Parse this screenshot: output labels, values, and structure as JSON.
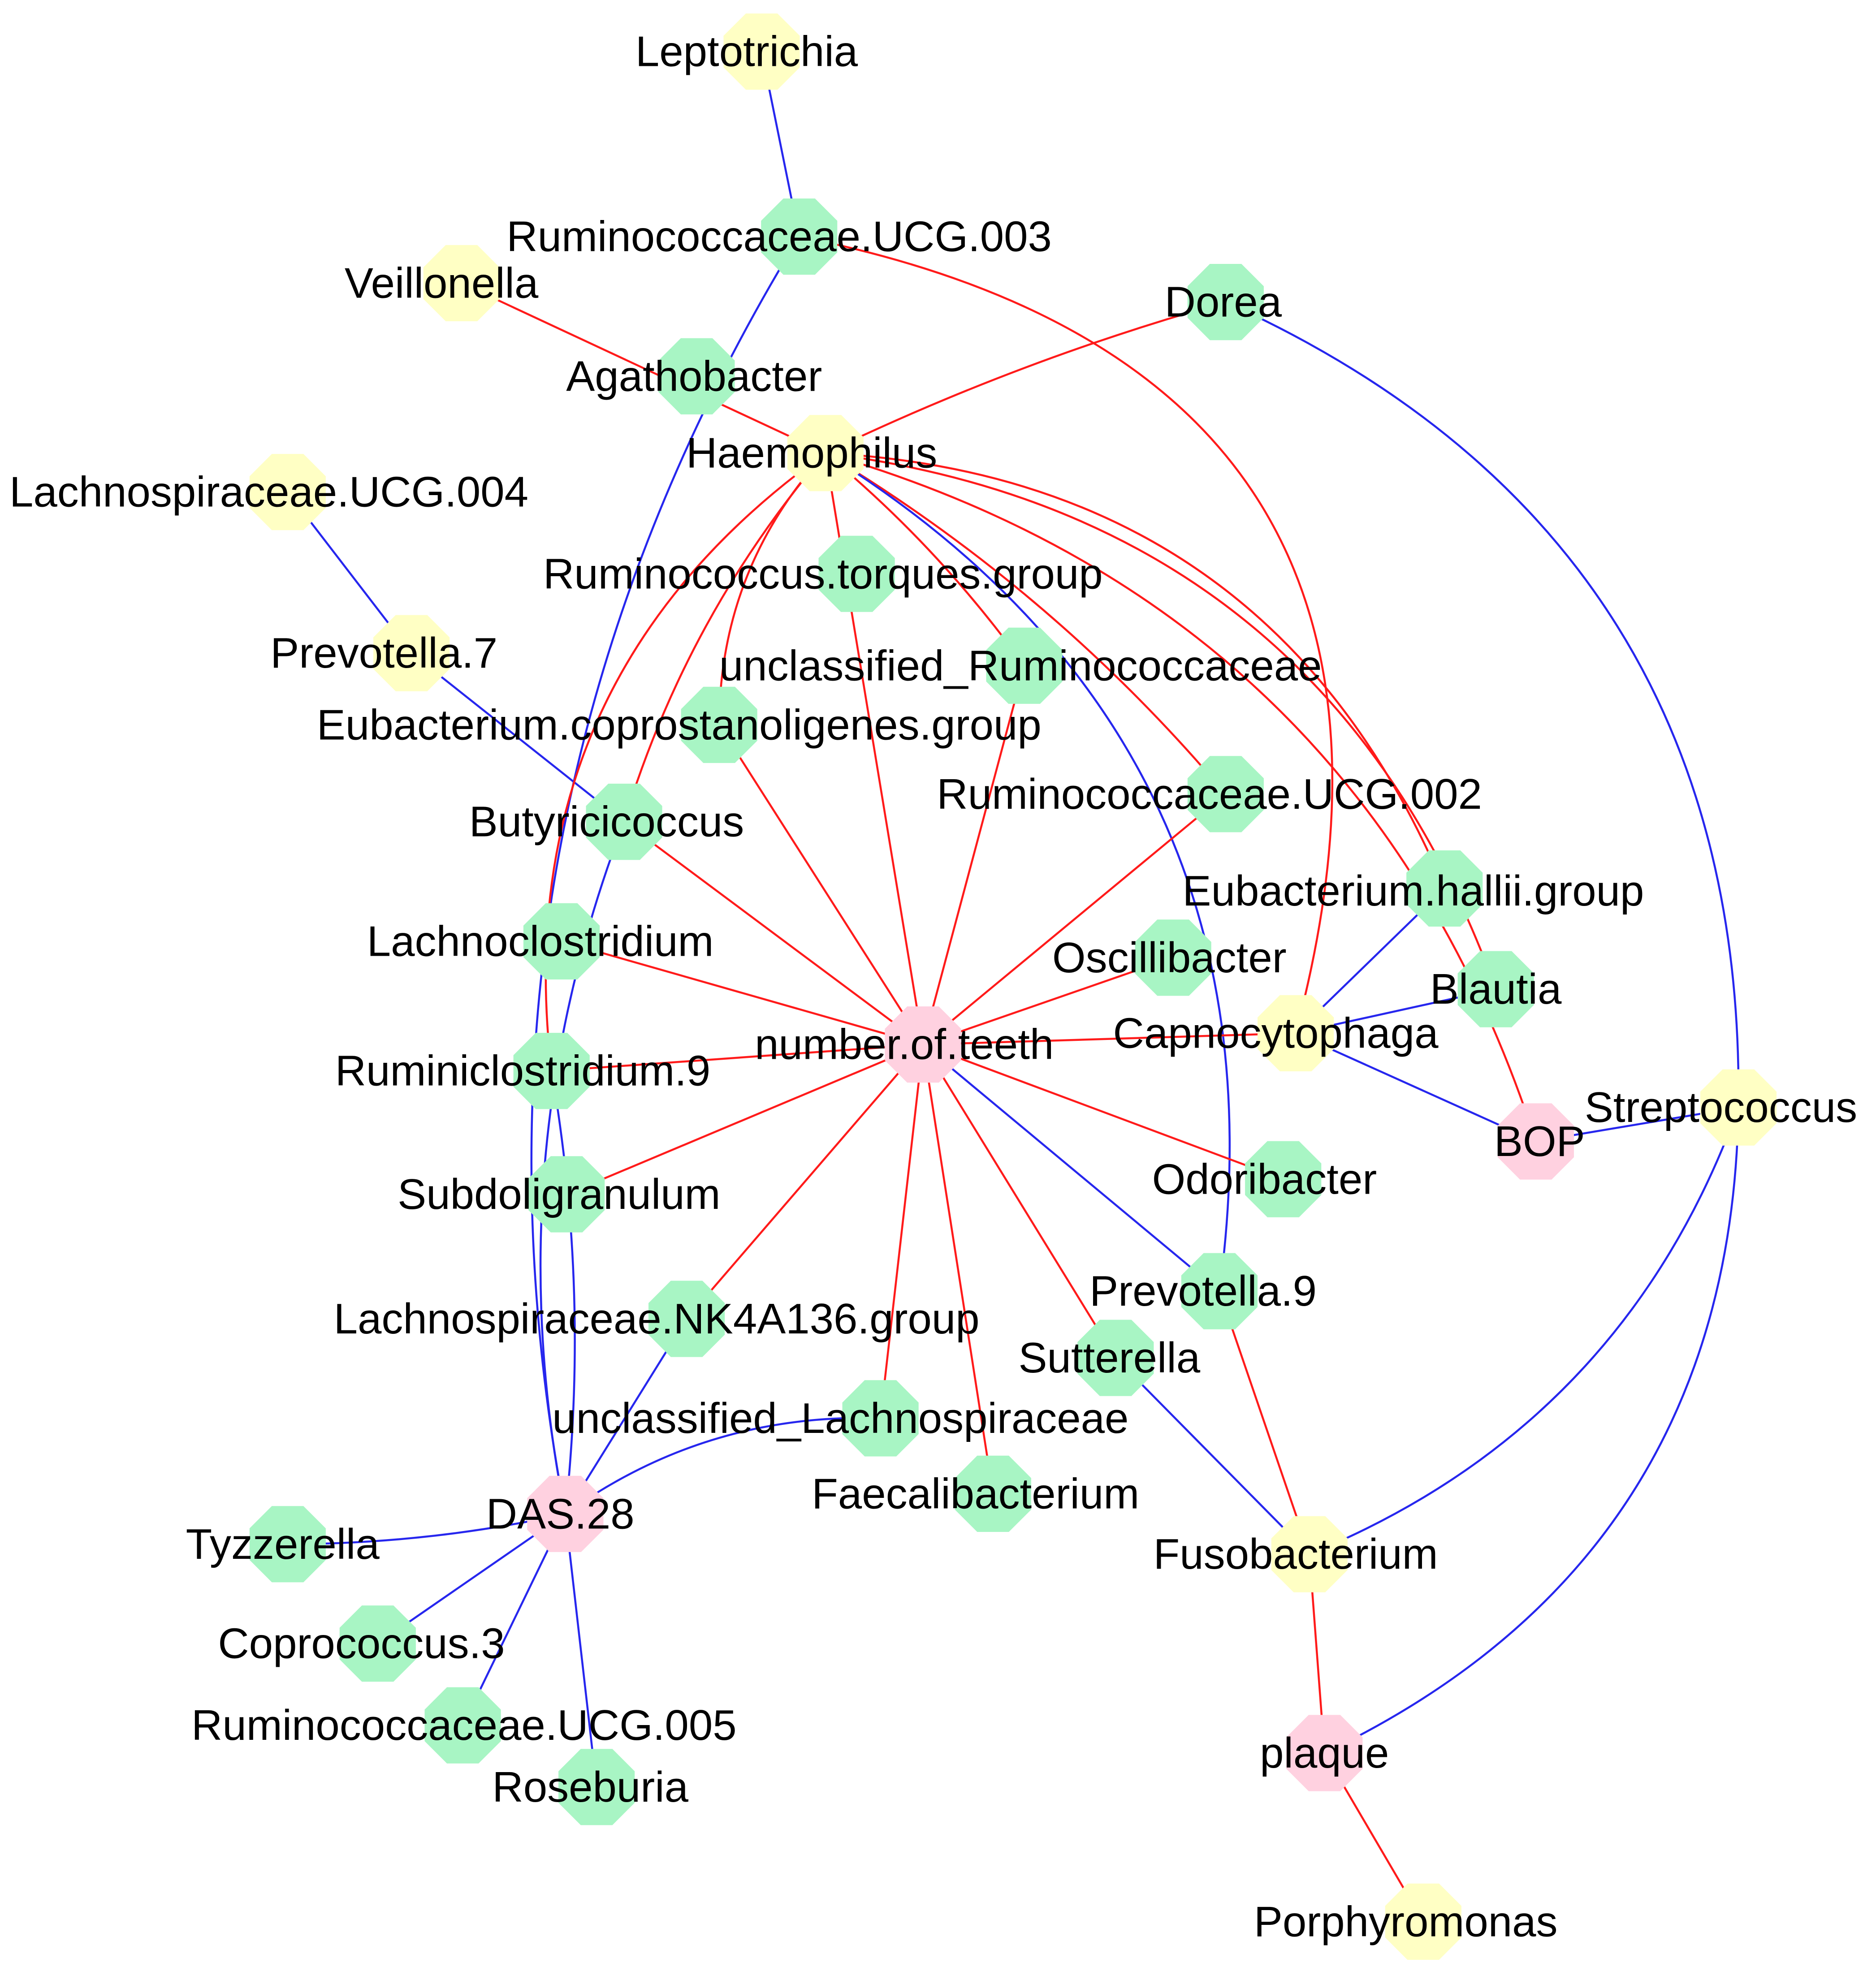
{
  "colors": {
    "positive_edge": "#ff1a1a",
    "negative_edge": "#2626ee",
    "clinical_node": "#ffd1e0",
    "oral_genus_node": "#ffffc4",
    "gut_genus_node": "#a8f5c4"
  },
  "nodes": [
    {
      "id": "leptotrichia",
      "label": "Leptotrichia",
      "kind": "oral_genus_node"
    },
    {
      "id": "ruminococcaceae_ucg003",
      "label": "Ruminococcaceae.UCG.003",
      "kind": "gut_genus_node"
    },
    {
      "id": "veillonella",
      "label": "Veillonella",
      "kind": "oral_genus_node"
    },
    {
      "id": "dorea",
      "label": "Dorea",
      "kind": "gut_genus_node"
    },
    {
      "id": "agathobacter",
      "label": "Agathobacter",
      "kind": "gut_genus_node"
    },
    {
      "id": "haemophilus",
      "label": "Haemophilus",
      "kind": "oral_genus_node"
    },
    {
      "id": "lachnospiraceae_ucg004",
      "label": "Lachnospiraceae.UCG.004",
      "kind": "oral_genus_node"
    },
    {
      "id": "ruminococcus_torques",
      "label": "Ruminococcus.torques.group",
      "kind": "gut_genus_node"
    },
    {
      "id": "prevotella7",
      "label": "Prevotella.7",
      "kind": "oral_genus_node"
    },
    {
      "id": "unclassified_ruminococcaceae",
      "label": "unclassified_Ruminococcaceae",
      "kind": "gut_genus_node"
    },
    {
      "id": "eubacterium_coprostanoligenes",
      "label": "Eubacterium.coprostanoligenes.group",
      "kind": "gut_genus_node"
    },
    {
      "id": "ruminococcaceae_ucg002",
      "label": "Ruminococcaceae.UCG.002",
      "kind": "gut_genus_node"
    },
    {
      "id": "butyricicoccus",
      "label": "Butyricicoccus",
      "kind": "gut_genus_node"
    },
    {
      "id": "eubacterium_hallii",
      "label": "Eubacterium.hallii.group",
      "kind": "gut_genus_node"
    },
    {
      "id": "lachnoclostridium",
      "label": "Lachnoclostridium",
      "kind": "gut_genus_node"
    },
    {
      "id": "oscillibacter",
      "label": "Oscillibacter",
      "kind": "gut_genus_node"
    },
    {
      "id": "blautia",
      "label": "Blautia",
      "kind": "gut_genus_node"
    },
    {
      "id": "capnocytophaga",
      "label": "Capnocytophaga",
      "kind": "oral_genus_node"
    },
    {
      "id": "number_of_teeth",
      "label": "number.of.teeth",
      "kind": "clinical_node"
    },
    {
      "id": "ruminiclostridium9",
      "label": "Ruminiclostridium.9",
      "kind": "gut_genus_node"
    },
    {
      "id": "streptococcus",
      "label": "Streptococcus",
      "kind": "oral_genus_node"
    },
    {
      "id": "bop",
      "label": "BOP",
      "kind": "clinical_node"
    },
    {
      "id": "odoribacter",
      "label": "Odoribacter",
      "kind": "gut_genus_node"
    },
    {
      "id": "subdoligranulum",
      "label": "Subdoligranulum",
      "kind": "gut_genus_node"
    },
    {
      "id": "prevotella9",
      "label": "Prevotella.9",
      "kind": "gut_genus_node"
    },
    {
      "id": "lachnospiraceae_nk4a136",
      "label": "Lachnospiraceae.NK4A136.group",
      "kind": "gut_genus_node"
    },
    {
      "id": "sutterella",
      "label": "Sutterella",
      "kind": "gut_genus_node"
    },
    {
      "id": "unclassified_lachnospiraceae",
      "label": "unclassified_Lachnospiraceae",
      "kind": "gut_genus_node"
    },
    {
      "id": "faecalibacterium",
      "label": "Faecalibacterium",
      "kind": "gut_genus_node"
    },
    {
      "id": "das28",
      "label": "DAS.28",
      "kind": "clinical_node"
    },
    {
      "id": "fusobacterium",
      "label": "Fusobacterium",
      "kind": "oral_genus_node"
    },
    {
      "id": "tyzzerella",
      "label": "Tyzzerella",
      "kind": "gut_genus_node"
    },
    {
      "id": "coprococcus3",
      "label": "Coprococcus.3",
      "kind": "gut_genus_node"
    },
    {
      "id": "ruminococcaceae_ucg005",
      "label": "Ruminococcaceae.UCG.005",
      "kind": "gut_genus_node"
    },
    {
      "id": "plaque",
      "label": "plaque",
      "kind": "clinical_node"
    },
    {
      "id": "roseburia",
      "label": "Roseburia",
      "kind": "gut_genus_node"
    },
    {
      "id": "porphyromonas",
      "label": "Porphyromonas",
      "kind": "oral_genus_node"
    }
  ],
  "edges": [
    {
      "source": "leptotrichia",
      "target": "ruminococcaceae_ucg003",
      "sign": "negative_edge"
    },
    {
      "source": "ruminococcaceae_ucg003",
      "target": "das28",
      "sign": "negative_edge"
    },
    {
      "source": "ruminococcaceae_ucg003",
      "target": "capnocytophaga",
      "sign": "positive_edge"
    },
    {
      "source": "veillonella",
      "target": "haemophilus",
      "sign": "positive_edge"
    },
    {
      "source": "dorea",
      "target": "haemophilus",
      "sign": "positive_edge"
    },
    {
      "source": "dorea",
      "target": "streptococcus",
      "sign": "negative_edge"
    },
    {
      "source": "lachnospiraceae_ucg004",
      "target": "prevotella7",
      "sign": "negative_edge"
    },
    {
      "source": "prevotella7",
      "target": "butyricicoccus",
      "sign": "negative_edge"
    },
    {
      "source": "haemophilus",
      "target": "eubacterium_hallii",
      "sign": "positive_edge"
    },
    {
      "source": "haemophilus",
      "target": "blautia",
      "sign": "positive_edge"
    },
    {
      "source": "haemophilus",
      "target": "bop",
      "sign": "positive_edge"
    },
    {
      "source": "haemophilus",
      "target": "eubacterium_coprostanoligenes",
      "sign": "positive_edge"
    },
    {
      "source": "haemophilus",
      "target": "unclassified_ruminococcaceae",
      "sign": "positive_edge"
    },
    {
      "source": "haemophilus",
      "target": "ruminococcaceae_ucg002",
      "sign": "positive_edge"
    },
    {
      "source": "haemophilus",
      "target": "number_of_teeth",
      "sign": "positive_edge"
    },
    {
      "source": "haemophilus",
      "target": "butyricicoccus",
      "sign": "positive_edge"
    },
    {
      "source": "haemophilus",
      "target": "ruminiclostridium9",
      "sign": "positive_edge"
    },
    {
      "source": "haemophilus",
      "target": "prevotella9",
      "sign": "negative_edge"
    },
    {
      "source": "number_of_teeth",
      "target": "eubacterium_coprostanoligenes",
      "sign": "positive_edge"
    },
    {
      "source": "number_of_teeth",
      "target": "unclassified_ruminococcaceae",
      "sign": "positive_edge"
    },
    {
      "source": "number_of_teeth",
      "target": "ruminococcaceae_ucg002",
      "sign": "positive_edge"
    },
    {
      "source": "number_of_teeth",
      "target": "butyricicoccus",
      "sign": "positive_edge"
    },
    {
      "source": "number_of_teeth",
      "target": "lachnoclostridium",
      "sign": "positive_edge"
    },
    {
      "source": "number_of_teeth",
      "target": "oscillibacter",
      "sign": "positive_edge"
    },
    {
      "source": "number_of_teeth",
      "target": "capnocytophaga",
      "sign": "positive_edge"
    },
    {
      "source": "number_of_teeth",
      "target": "ruminiclostridium9",
      "sign": "positive_edge"
    },
    {
      "source": "number_of_teeth",
      "target": "subdoligranulum",
      "sign": "positive_edge"
    },
    {
      "source": "number_of_teeth",
      "target": "lachnospiraceae_nk4a136",
      "sign": "positive_edge"
    },
    {
      "source": "number_of_teeth",
      "target": "unclassified_lachnospiraceae",
      "sign": "positive_edge"
    },
    {
      "source": "number_of_teeth",
      "target": "faecalibacterium",
      "sign": "positive_edge"
    },
    {
      "source": "number_of_teeth",
      "target": "sutterella",
      "sign": "positive_edge"
    },
    {
      "source": "number_of_teeth",
      "target": "odoribacter",
      "sign": "positive_edge"
    },
    {
      "source": "number_of_teeth",
      "target": "prevotella9",
      "sign": "negative_edge"
    },
    {
      "source": "capnocytophaga",
      "target": "eubacterium_hallii",
      "sign": "negative_edge"
    },
    {
      "source": "capnocytophaga",
      "target": "blautia",
      "sign": "negative_edge"
    },
    {
      "source": "capnocytophaga",
      "target": "bop",
      "sign": "negative_edge"
    },
    {
      "source": "bop",
      "target": "streptococcus",
      "sign": "negative_edge"
    },
    {
      "source": "streptococcus",
      "target": "fusobacterium",
      "sign": "negative_edge"
    },
    {
      "source": "streptococcus",
      "target": "plaque",
      "sign": "negative_edge"
    },
    {
      "source": "prevotella9",
      "target": "fusobacterium",
      "sign": "positive_edge"
    },
    {
      "source": "sutterella",
      "target": "fusobacterium",
      "sign": "negative_edge"
    },
    {
      "source": "fusobacterium",
      "target": "plaque",
      "sign": "positive_edge"
    },
    {
      "source": "plaque",
      "target": "porphyromonas",
      "sign": "positive_edge"
    },
    {
      "source": "das28",
      "target": "butyricicoccus",
      "sign": "negative_edge"
    },
    {
      "source": "das28",
      "target": "ruminiclostridium9",
      "sign": "negative_edge"
    },
    {
      "source": "das28",
      "target": "lachnospiraceae_nk4a136",
      "sign": "negative_edge"
    },
    {
      "source": "das28",
      "target": "unclassified_lachnospiraceae",
      "sign": "negative_edge"
    },
    {
      "source": "das28",
      "target": "tyzzerella",
      "sign": "negative_edge"
    },
    {
      "source": "das28",
      "target": "coprococcus3",
      "sign": "negative_edge"
    },
    {
      "source": "das28",
      "target": "ruminococcaceae_ucg005",
      "sign": "negative_edge"
    },
    {
      "source": "das28",
      "target": "roseburia",
      "sign": "negative_edge"
    }
  ]
}
